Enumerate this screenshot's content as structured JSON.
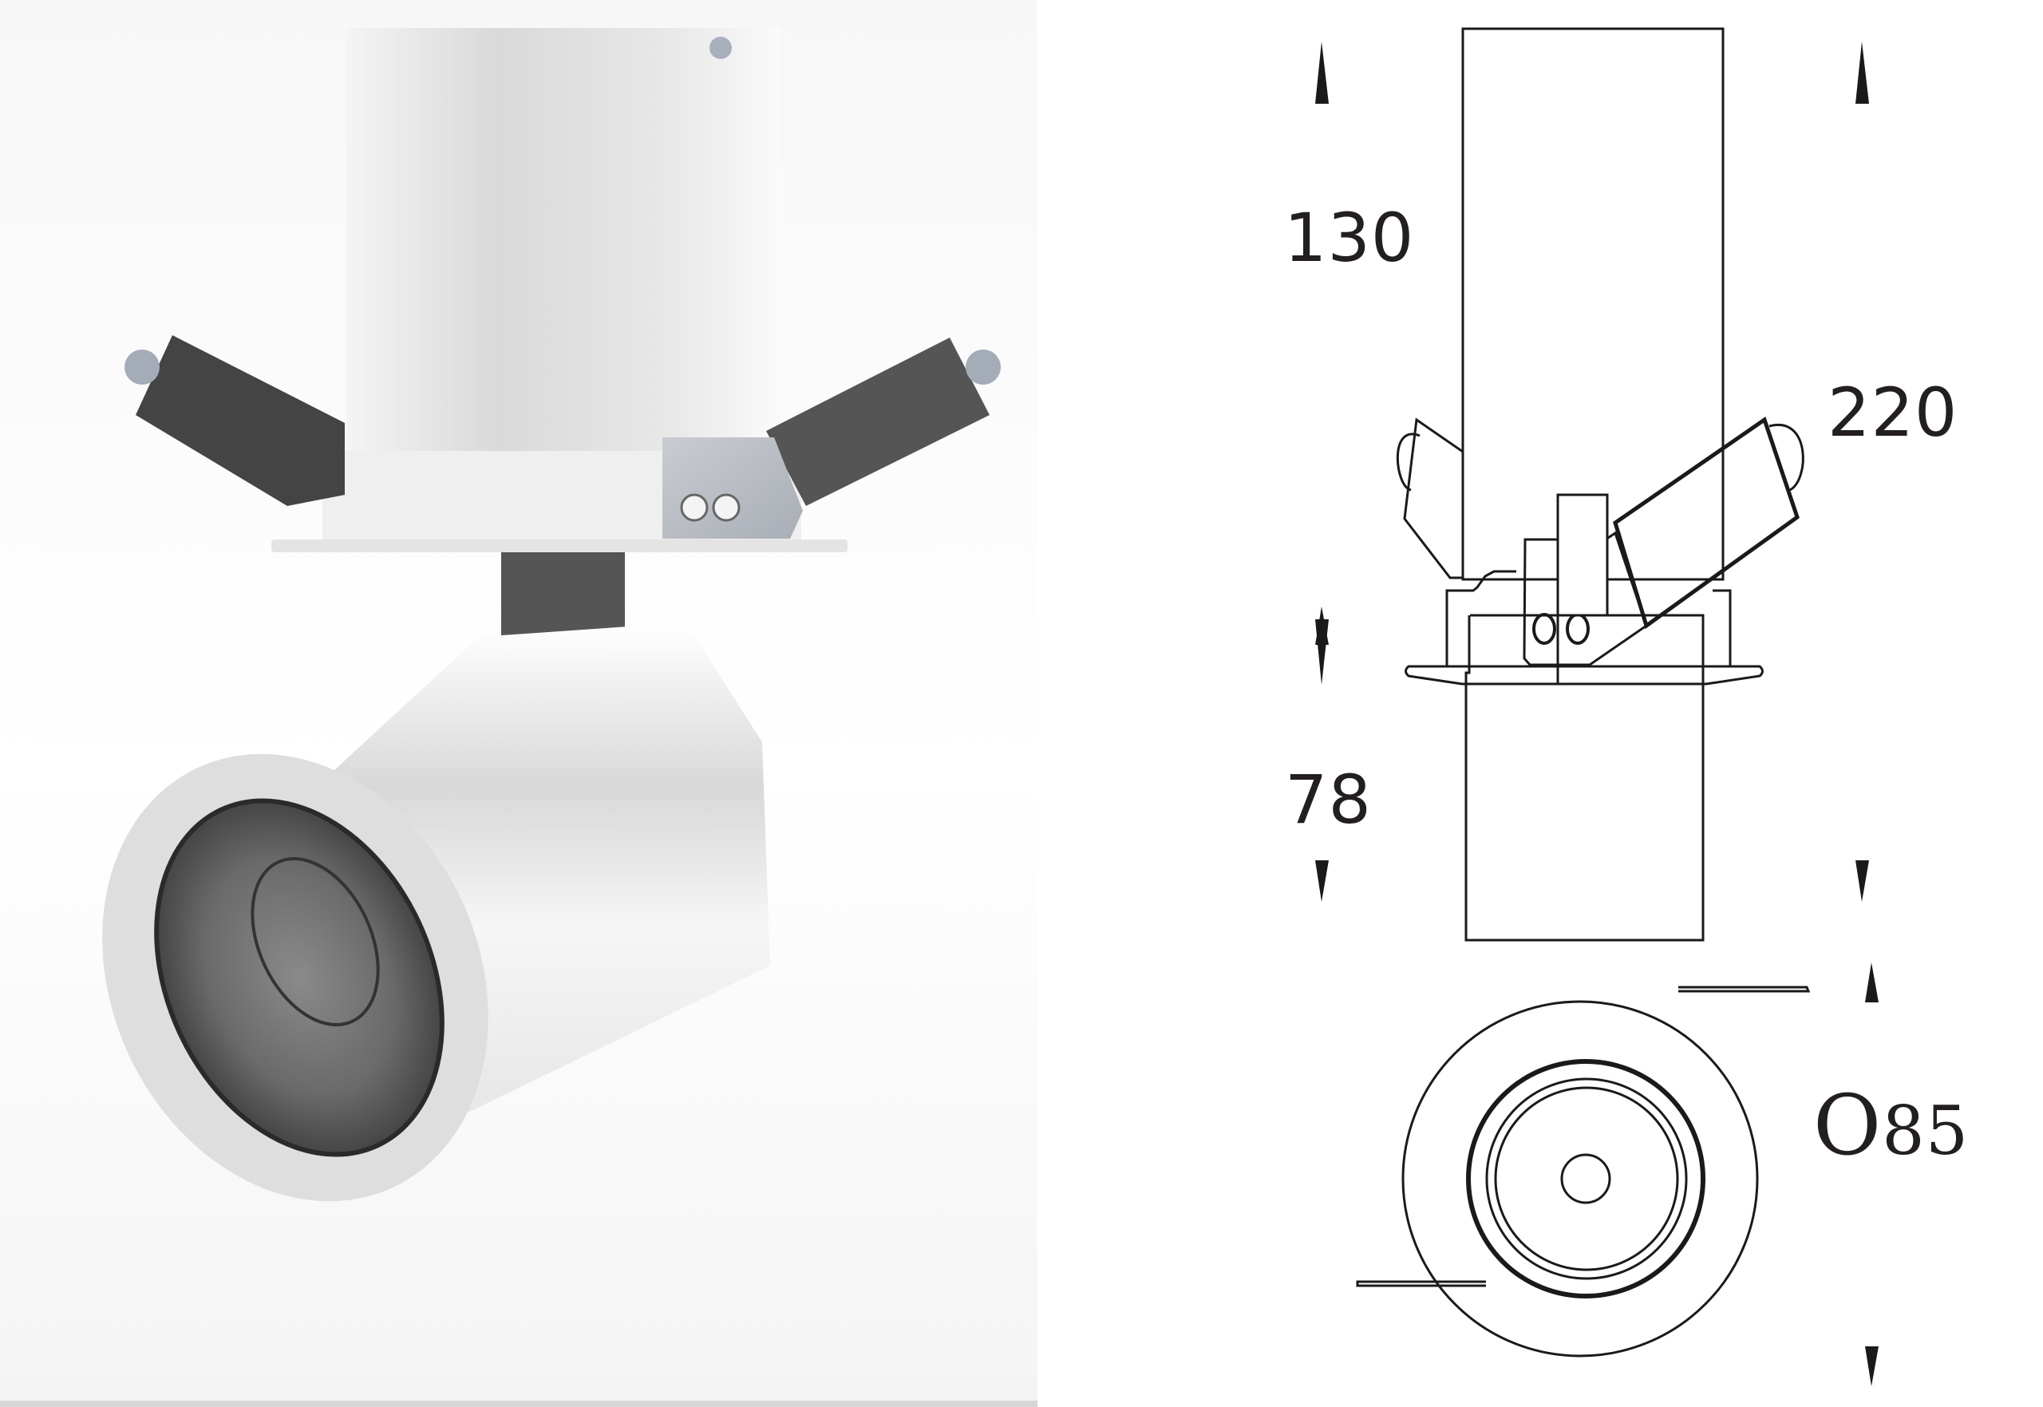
{
  "figure": {
    "left_panel": "product render: adjustable recessed spotlight with housing, spring clips and cylindrical head",
    "right_panel": "technical dimension drawing"
  },
  "dimensions": {
    "housing_height": "130",
    "total_height": "220",
    "head_height": "78",
    "diameter_prefix": "O",
    "diameter_value": "85"
  },
  "colors": {
    "line": "#1a1a1a",
    "text": "#231f20",
    "clip_dark": "#4a4a4a",
    "housing": "#e6e6e6",
    "bracket": "#b8bcc4"
  }
}
